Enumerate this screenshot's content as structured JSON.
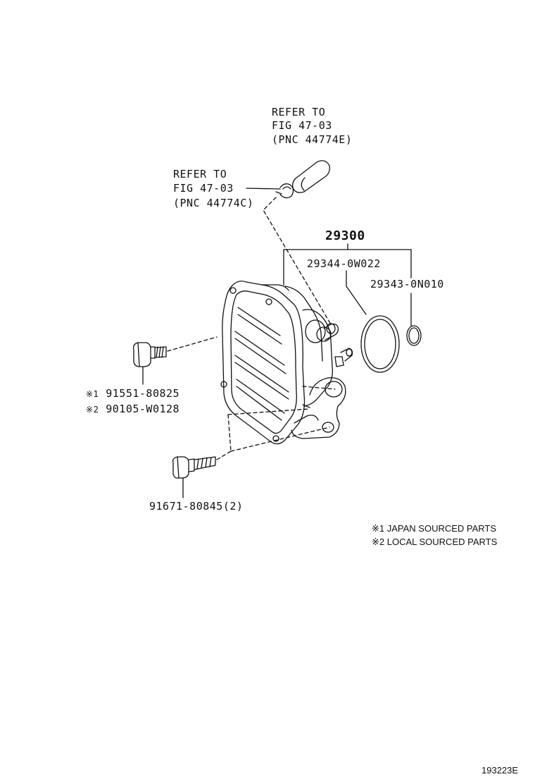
{
  "refs": {
    "upper": {
      "line1": "REFER TO",
      "line2": "FIG 47-03",
      "line3": "(PNC 44774E)"
    },
    "lower": {
      "line1": "REFER TO",
      "line2": "FIG 47-03",
      "line3": "(PNC 44774C)"
    }
  },
  "parts": {
    "assembly": "29300",
    "gasket_large": "29344-0W022",
    "oring_small": "29343-0N010",
    "bolt_upper_1": {
      "mark": "※1",
      "number": "91551-80825"
    },
    "bolt_upper_2": {
      "mark": "※2",
      "number": "90105-W0128"
    },
    "bolt_lower": "91671-80845(2)"
  },
  "notes": {
    "note1": "※1 JAPAN SOURCED PARTS",
    "note2": "※2 LOCAL SOURCED PARTS"
  },
  "figure_id": "193223E"
}
